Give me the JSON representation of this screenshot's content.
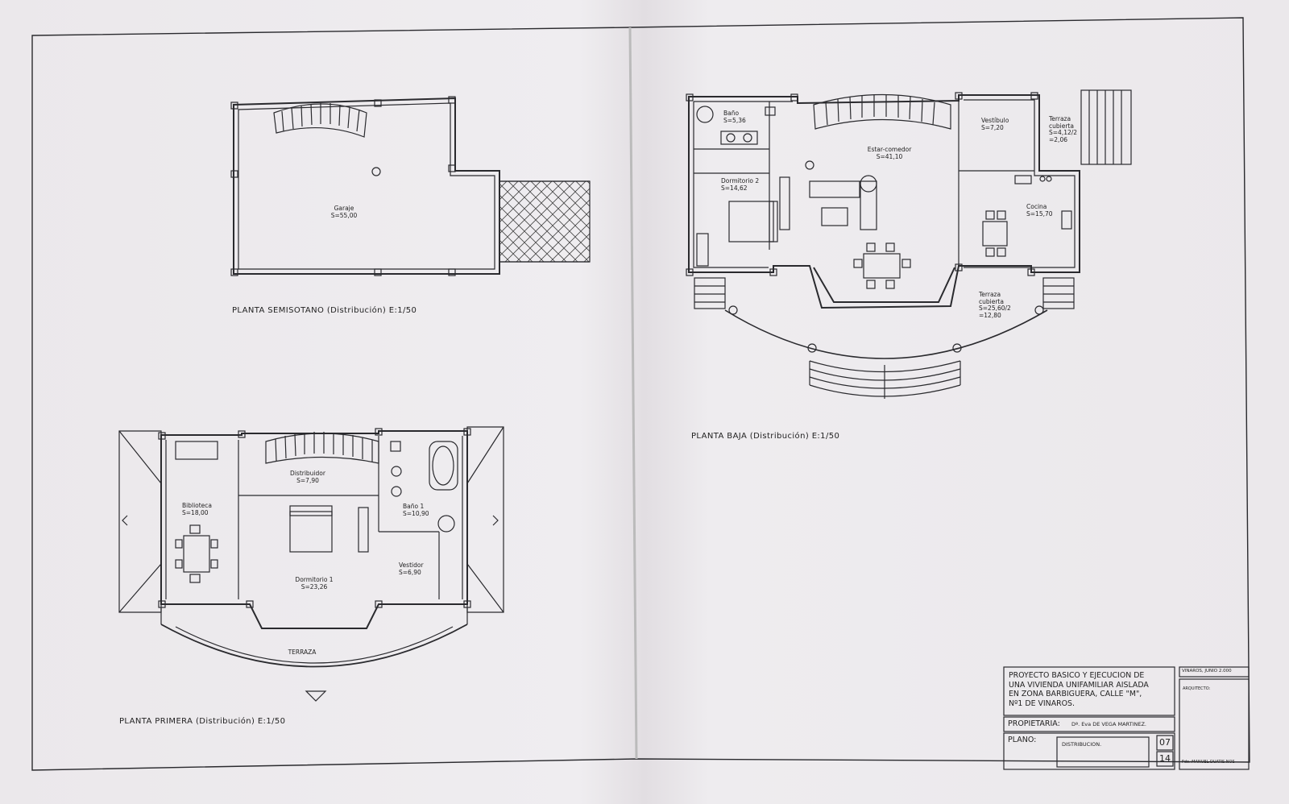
{
  "plans": {
    "semisotano": {
      "title": "PLANTA SEMISOTANO (Distribución)   E:1/50",
      "rooms": [
        {
          "name": "Garaje",
          "area": "S=55,00"
        }
      ]
    },
    "baja": {
      "title": "PLANTA BAJA (Distribución)   E:1/50",
      "rooms": [
        {
          "name": "Baño",
          "area": "S=5,36"
        },
        {
          "name": "Estar-comedor",
          "area": "S=41,10"
        },
        {
          "name": "Vestíbulo",
          "area": "S=7,20"
        },
        {
          "name": "Terraza cubierta",
          "area": "S=4,12/2 =2,06"
        },
        {
          "name": "Dormitorio 2",
          "area": "S=14,62"
        },
        {
          "name": "Cocina",
          "area": "S=15,70"
        },
        {
          "name": "Terraza cubierta",
          "area": "S=25,60/2 =12,80"
        }
      ]
    },
    "primera": {
      "title": "PLANTA PRIMERA (Distribución)   E:1/50",
      "rooms": [
        {
          "name": "Distribuidor",
          "area": "S=7,90"
        },
        {
          "name": "Biblioteca",
          "area": "S=18,00"
        },
        {
          "name": "Baño 1",
          "area": "S=10,90"
        },
        {
          "name": "Vestidor",
          "area": "S=6,90"
        },
        {
          "name": "Dormitorio 1",
          "area": "S=23,26"
        },
        {
          "name": "TERRAZA",
          "area": ""
        }
      ]
    }
  },
  "title_block": {
    "project": "PROYECTO BASICO Y EJECUCION DE UNA VIVIENDA UNIFAMILIAR AISLADA EN ZONA BARBIGUERA, CALLE \"M\", Nº1 DE VINAROS.",
    "project_lines": [
      "PROYECTO BASICO Y EJECUCION DE",
      "UNA VIVIENDA UNIFAMILIAR AISLADA",
      "EN ZONA BARBIGUERA, CALLE \"M\",",
      "Nº1 DE VINAROS."
    ],
    "date": "VINAROS, JUNIO 2.000",
    "architect_label": "ARQUITECTO:",
    "owner_label": "PROPIETARIA:",
    "owner": "Dª. Eva DE VEGA MARTINEZ.",
    "plan_label": "PLANO:",
    "plan_name": "DISTRIBUCION.",
    "sheet_number": "07",
    "sheet_total": "14",
    "signature": "Fdo.:MANUEL DUATIS NOS"
  },
  "colors": {
    "paper": "#ecE9ec",
    "ink": "#2a2a2e"
  }
}
